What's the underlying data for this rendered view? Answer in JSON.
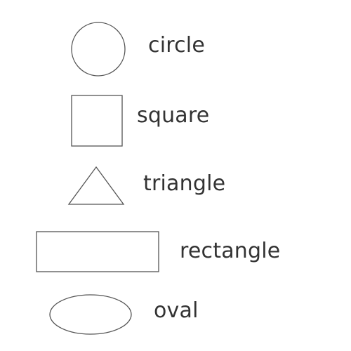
{
  "colors": {
    "stroke": "#555555",
    "text": "#333333",
    "background": "#ffffff"
  },
  "shapes": [
    {
      "key": "circle",
      "label": "circle"
    },
    {
      "key": "square",
      "label": "square"
    },
    {
      "key": "triangle",
      "label": "triangle"
    },
    {
      "key": "rectangle",
      "label": "rectangle"
    },
    {
      "key": "oval",
      "label": "oval"
    }
  ]
}
